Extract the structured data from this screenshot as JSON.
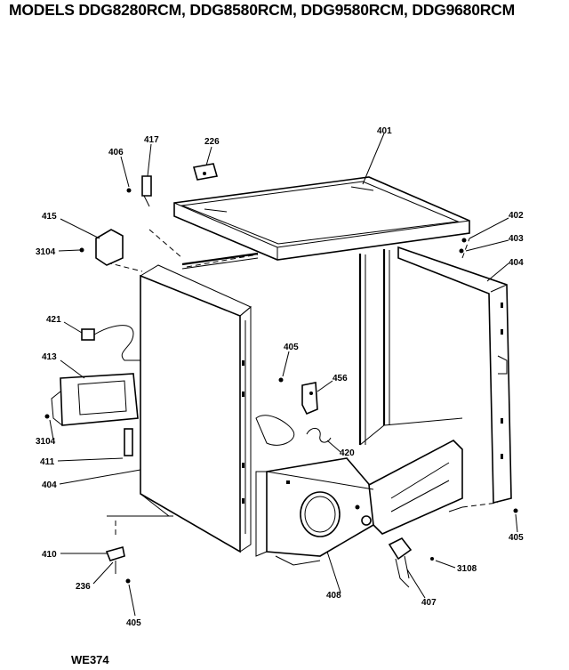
{
  "title": "MODELS DDG8280RCM, DDG8580RCM, DDG9580RCM, DDG9680RCM",
  "footer_code": "WE374",
  "callouts": {
    "c226": "226",
    "c417": "417",
    "c406": "406",
    "c401": "401",
    "c415": "415",
    "c3104a": "3104",
    "c402": "402",
    "c403": "403",
    "c404a": "404",
    "c421": "421",
    "c405a": "405",
    "c413": "413",
    "c456": "456",
    "c3104b": "3104",
    "c420": "420",
    "c411": "411",
    "c404b": "404",
    "c405b": "405",
    "c410": "410",
    "c3108": "3108",
    "c236": "236",
    "c408": "408",
    "c407": "407",
    "c405c": "405"
  }
}
